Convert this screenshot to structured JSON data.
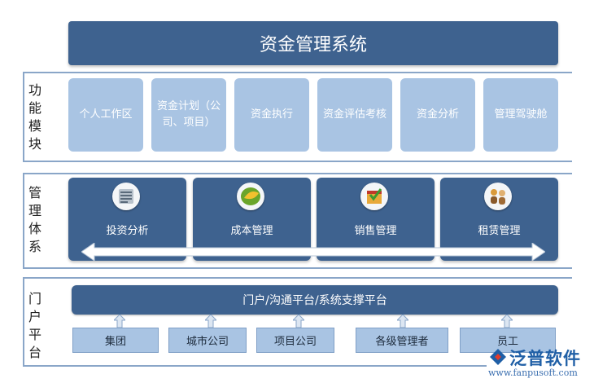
{
  "title": "资金管理系统",
  "sections": {
    "functions_label": [
      "功",
      "能",
      "模",
      "块"
    ],
    "management_label": [
      "管",
      "理",
      "体",
      "系"
    ],
    "portal_label": [
      "门",
      "户",
      "平",
      "台"
    ]
  },
  "functions": [
    "个人工作区",
    "资金计划（公司、项目）",
    "资金执行",
    "资金评估考核",
    "资金分析",
    "管理驾驶舱"
  ],
  "management": [
    {
      "label": "投资分析",
      "icon": "investment-analysis-icon"
    },
    {
      "label": "成本管理",
      "icon": "cost-management-icon"
    },
    {
      "label": "销售管理",
      "icon": "sales-management-icon"
    },
    {
      "label": "租赁管理",
      "icon": "lease-management-icon"
    }
  ],
  "portal": {
    "bar": "门户/沟通平台/系统支撑平台",
    "users": [
      "集团",
      "城市公司",
      "项目公司",
      "各级管理者",
      "员工"
    ]
  },
  "logo": {
    "name": "泛普软件",
    "url": "www.fanpusoft.com"
  },
  "colors": {
    "dark_blue": "#3e628f",
    "light_blue": "#a9c4e3",
    "divider": "#8aa6c8"
  }
}
